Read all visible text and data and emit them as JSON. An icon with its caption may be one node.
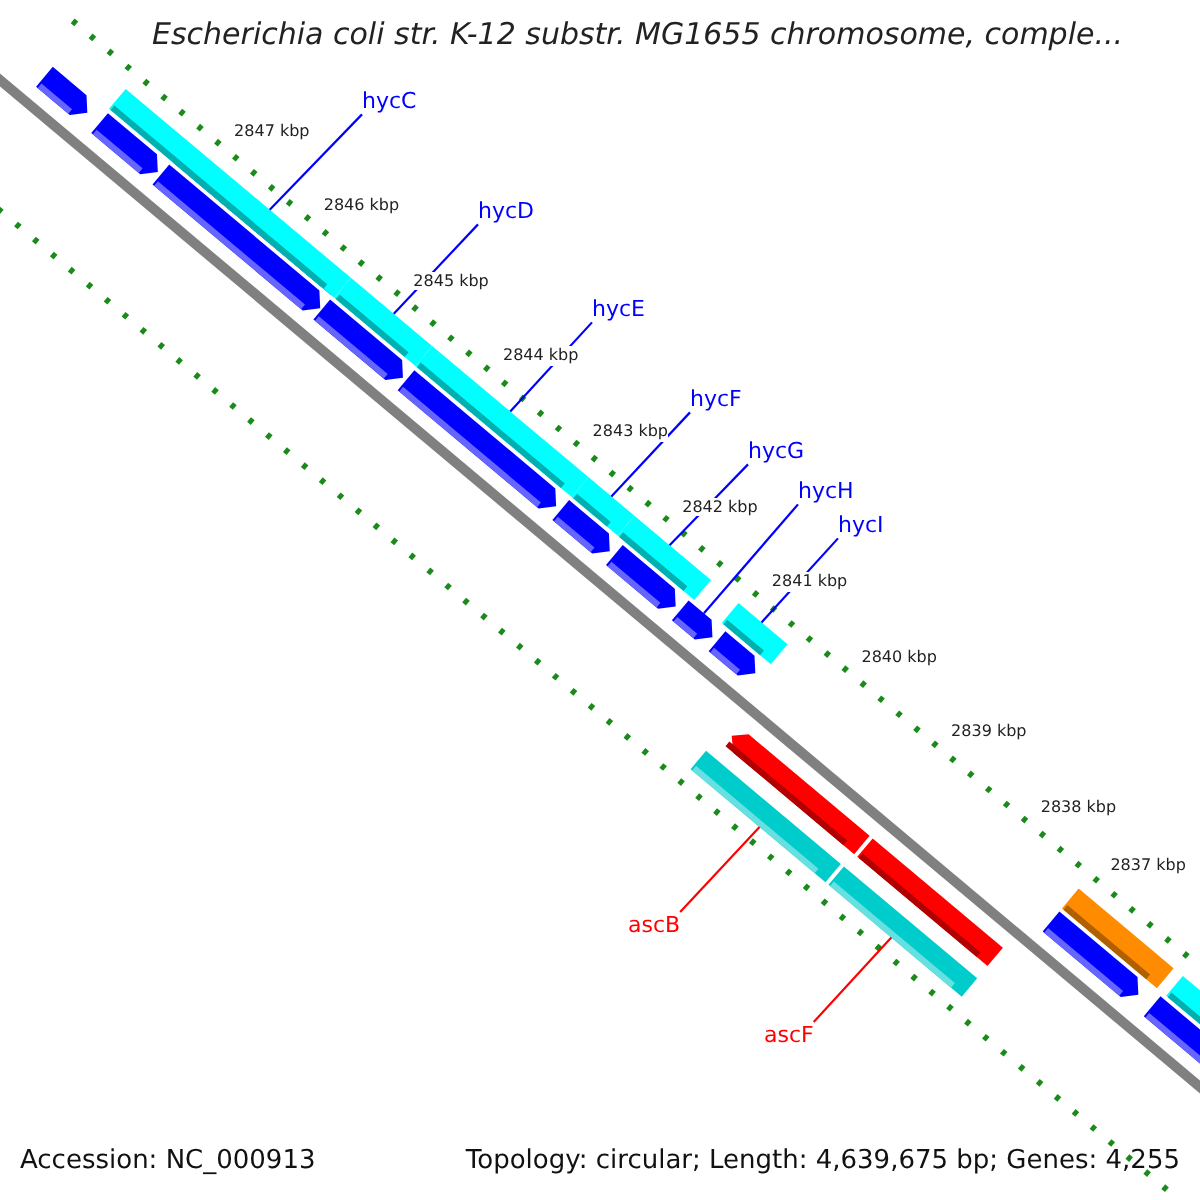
{
  "diagram": {
    "title": "Escherichia coli str. K-12 substr. MG1655 chromosome, comple...",
    "nodes": [
      {
        "text": [
          "hycC"
        ]
      },
      {
        "text": [
          "hycD"
        ]
      },
      {
        "text": [
          "hycE"
        ]
      },
      {
        "text": [
          "hycF"
        ]
      },
      {
        "text": [
          "hycG"
        ]
      },
      {
        "text": [
          "hycH"
        ]
      },
      {
        "text": [
          "hycI"
        ]
      },
      {
        "text": [
          "ascB"
        ]
      },
      {
        "text": [
          "ascF"
        ]
      },
      {
        "text": [],
        "shape": "bar"
      },
      {
        "text": [],
        "shape": "bar"
      },
      {
        "text": [],
        "shape": "bar"
      },
      {
        "text": [],
        "shape": "bar"
      },
      {
        "text": [],
        "shape": "bar"
      },
      {
        "text": [],
        "shape": "bar"
      },
      {
        "text": [],
        "shape": "bar"
      },
      {
        "text": [],
        "shape": "bar"
      },
      {
        "text": [],
        "shape": "bar"
      }
    ],
    "edges": [
      {
        "from": 0,
        "to": 9,
        "arrow": "none"
      },
      {
        "from": 1,
        "to": 10,
        "arrow": "none"
      },
      {
        "from": 2,
        "to": 11,
        "arrow": "none"
      },
      {
        "from": 3,
        "to": 12,
        "arrow": "none"
      },
      {
        "from": 4,
        "to": 13,
        "arrow": "none"
      },
      {
        "from": 5,
        "to": 14,
        "arrow": "none"
      },
      {
        "from": 6,
        "to": 15,
        "arrow": "none"
      },
      {
        "from": 7,
        "to": 16,
        "arrow": "none",
        "color": "#ff0000"
      },
      {
        "from": 8,
        "to": 17,
        "arrow": "none",
        "color": "#ff0000"
      }
    ],
    "labels": [
      "2847 kbp",
      "2846 kbp",
      "2845 kbp",
      "2844 kbp",
      "2843 kbp",
      "2842 kbp",
      "2841 kbp",
      "2840 kbp",
      "2839 kbp",
      "2838 kbp",
      "2837 kbp",
      "Accession: NC_000913",
      "Topology: circular; Length: 4,639,675 bp; Genes: 4,255"
    ]
  }
}
